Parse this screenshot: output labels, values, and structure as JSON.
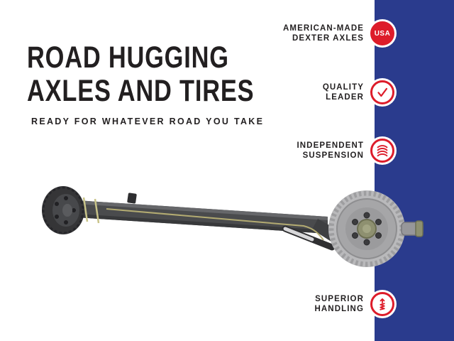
{
  "header": {
    "title_line1": "ROAD HUGGING",
    "title_line2": "AXLES AND TIRES",
    "subtitle": "READY FOR WHATEVER ROAD YOU TAKE"
  },
  "features": [
    {
      "line1": "AMERICAN-MADE",
      "line2": "DEXTER AXLES",
      "icon": "usa-badge",
      "badge": "USA"
    },
    {
      "line1": "QUALITY",
      "line2": "LEADER",
      "icon": "checkmark-icon"
    },
    {
      "line1": "INDEPENDENT",
      "line2": "SUSPENSION",
      "icon": "coil-spring-icon"
    },
    {
      "line1": "SUPERIOR",
      "line2": "HANDLING",
      "icon": "handling-spring-icon"
    }
  ],
  "illustration": {
    "subject": "trailer torsion axle with brake drum"
  },
  "colors": {
    "accent_red": "#dd1c2a",
    "navy_band": "#2a3b8d",
    "text": "#221f20",
    "background": "#ffffff"
  }
}
